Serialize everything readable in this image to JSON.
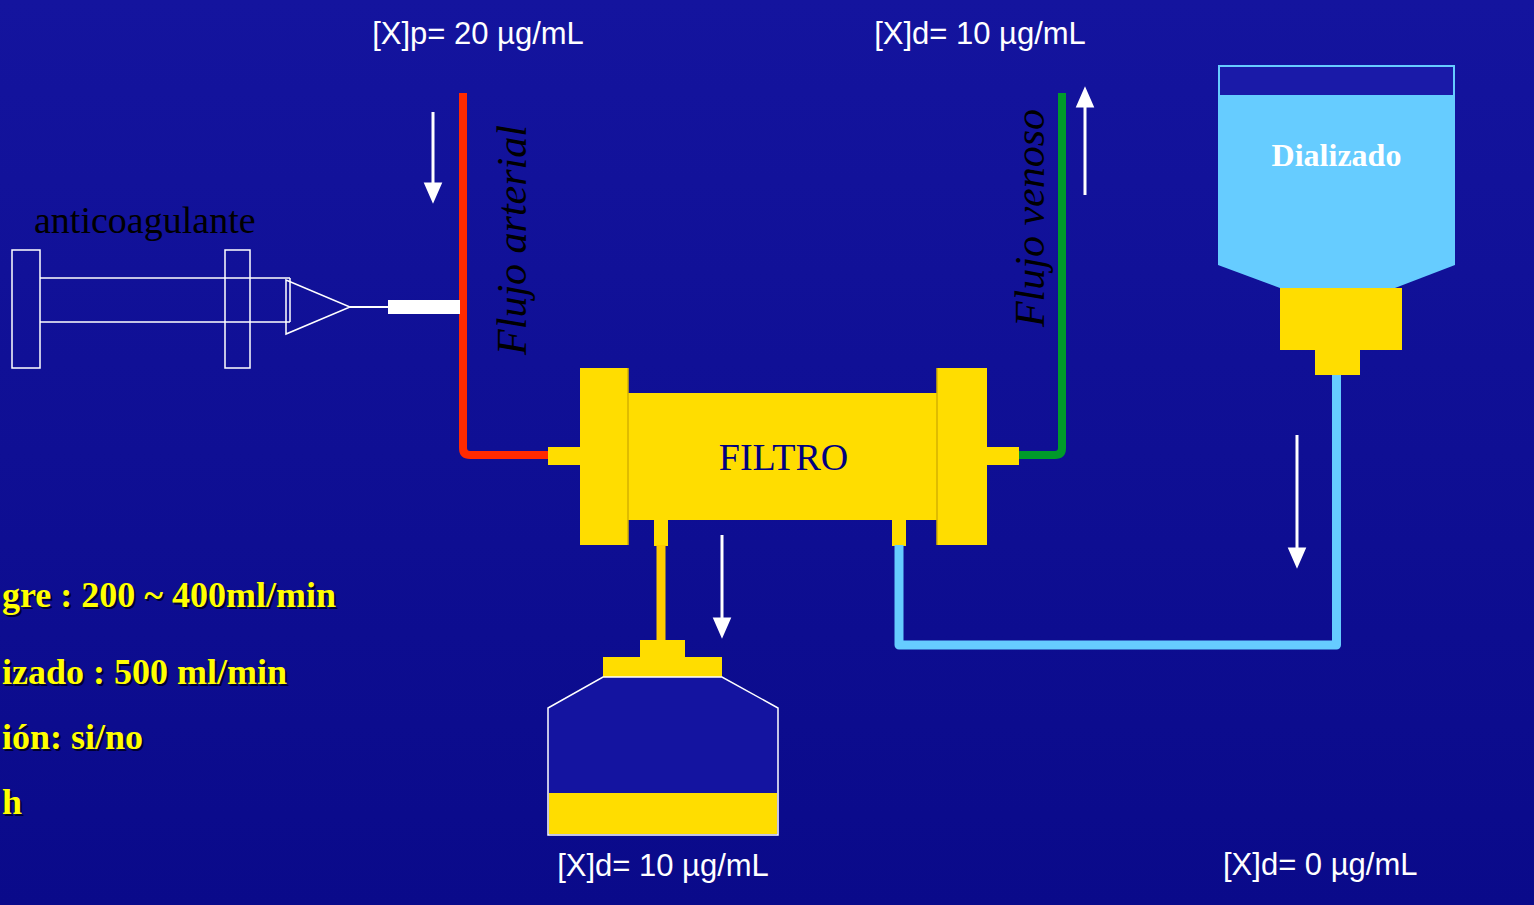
{
  "diagram": {
    "nodes": [
      {
        "text": [
          "anticoagulante"
        ]
      },
      {
        "text": [
          "FILTRO"
        ]
      },
      {
        "text": [
          "Dializado"
        ]
      },
      {
        "text": [
          "[X]d= 10 µg/mL"
        ]
      }
    ],
    "edges": [
      {
        "from": 2,
        "to": 1,
        "arrow": "none"
      },
      {
        "from": 1,
        "to": 3,
        "arrow": "none"
      }
    ],
    "labels": [
      "[X]p= 20 µg/mL",
      "Flujo arterial",
      "[X]d= 10 µg/mL",
      "Flujo venoso",
      "[X]d= 0 µg/mL",
      "gre : 200 ~ 400ml/min",
      "izado : 500 ml/min",
      "ión: si/no",
      "h"
    ]
  }
}
